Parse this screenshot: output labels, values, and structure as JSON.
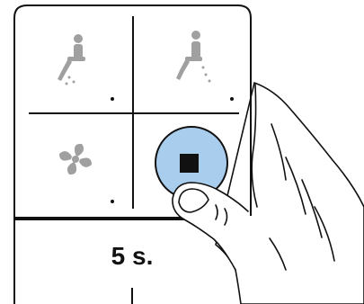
{
  "panel": {
    "buttons": [
      {
        "name": "rear-wash",
        "icon": "rear-wash-icon",
        "indicator": "dot"
      },
      {
        "name": "front-wash",
        "icon": "front-wash-icon",
        "indicator": "dot"
      },
      {
        "name": "dryer",
        "icon": "fan-icon",
        "indicator": "dot"
      },
      {
        "name": "stop",
        "icon": "stop-icon",
        "state": "pressed"
      }
    ],
    "countdown_text": "5 s."
  },
  "colors": {
    "icon_gray": "#a0a0a0",
    "line": "#111111",
    "stop_fill": "#a9cdec",
    "stop_ring": "#111111",
    "stop_square": "#111111"
  },
  "illustration": {
    "hand": "finger-pressing"
  }
}
